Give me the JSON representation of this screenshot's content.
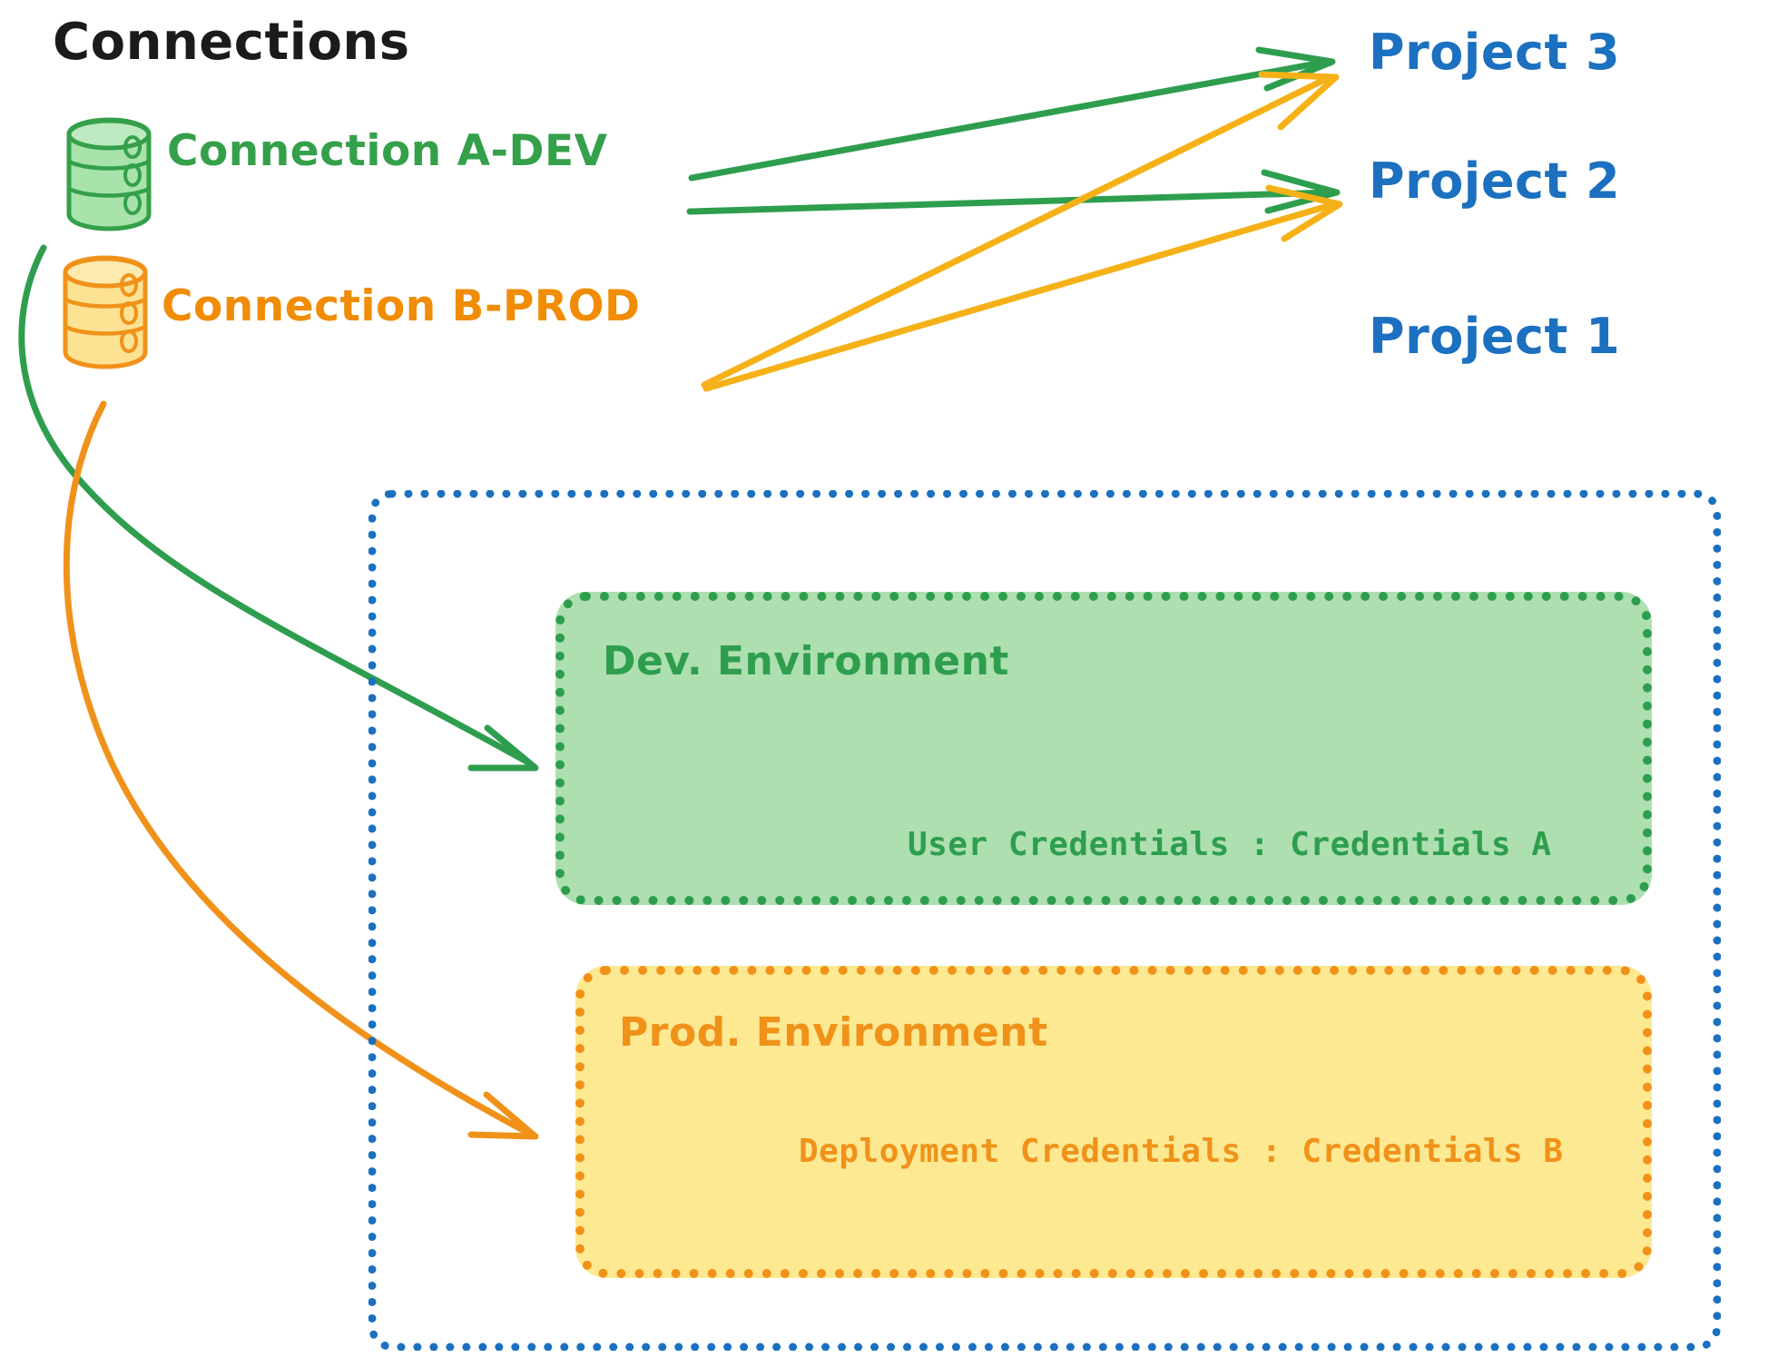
{
  "diagram": {
    "title": "Connections",
    "type": "connection-environment-mapping",
    "colors": {
      "green": "#34a04a",
      "green_dark": "#2e9e4e",
      "green_fill": "#addfb1",
      "orange": "#f08c05",
      "orange_dark": "#f0921a",
      "orange_fill": "#fce992",
      "blue": "#1b70c0",
      "black": "#1b1b1b"
    }
  },
  "connections": [
    {
      "id": "connection-a-dev",
      "label": "Connection A-DEV",
      "icon": "database-icon",
      "color": "#34a04a"
    },
    {
      "id": "connection-b-prod",
      "label": "Connection B-PROD",
      "icon": "database-icon",
      "color": "#f08c05"
    }
  ],
  "projects": [
    {
      "id": "project-3",
      "label": "Project 3"
    },
    {
      "id": "project-2",
      "label": "Project 2"
    },
    {
      "id": "project-1",
      "label": "Project 1"
    }
  ],
  "project1": {
    "label": "Project 1",
    "environments": [
      {
        "id": "dev-environment",
        "title": "Dev. Environment",
        "credentials": "User Credentials : Credentials A",
        "color": "#2e9e4e",
        "fill": "#addfb1"
      },
      {
        "id": "prod-environment",
        "title": "Prod. Environment",
        "credentials": "Deployment Credentials : Credentials B",
        "color": "#f0921a",
        "fill": "#fce992"
      }
    ]
  },
  "edges": [
    {
      "from": "connection-a-dev",
      "to": "project-3",
      "color": "#2e9e4e"
    },
    {
      "from": "connection-a-dev",
      "to": "project-2",
      "color": "#2e9e4e"
    },
    {
      "from": "connection-a-dev",
      "to": "dev-environment",
      "color": "#2e9e4e"
    },
    {
      "from": "connection-b-prod",
      "to": "project-3",
      "color": "#f5b117"
    },
    {
      "from": "connection-b-prod",
      "to": "project-2",
      "color": "#f5b117"
    },
    {
      "from": "connection-b-prod",
      "to": "prod-environment",
      "color": "#f0921a"
    }
  ]
}
